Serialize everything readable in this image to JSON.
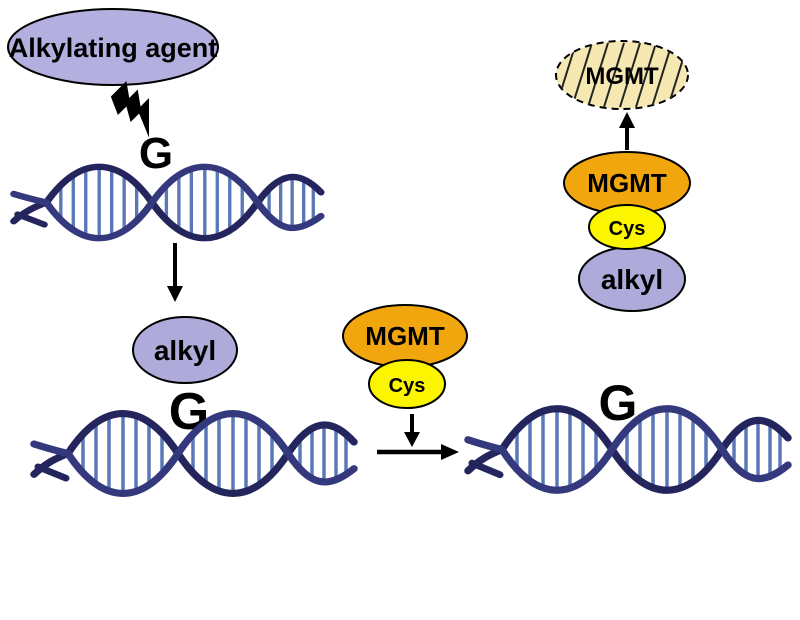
{
  "diagram": {
    "description": "MGMT DNA repair pathway schematic",
    "colors": {
      "background": "#ffffff",
      "lavender": "#aeaad9",
      "orange": "#f2a60d",
      "yellow": "#fcf500",
      "cream": "#f6e8b3",
      "dna_strand_dark": "#23255c",
      "dna_strand_mid": "#34387c",
      "dna_rung": "#5a78b8",
      "outline": "#000000"
    },
    "nodes": {
      "alkylating_agent": {
        "label": "Alkylating agent",
        "fill": "#b3afdf"
      },
      "guanine_damaged": {
        "label": "G"
      },
      "guanine_alkylated": {
        "label": "G"
      },
      "guanine_repaired": {
        "label": "G"
      },
      "alkyl_adduct": {
        "label": "alkyl",
        "fill": "#aeaad9"
      },
      "mgmt_active": {
        "label": "MGMT",
        "fill": "#f2a60d"
      },
      "cys_active": {
        "label": "Cys",
        "fill": "#fcf500"
      },
      "mgmt_complex": {
        "label": "MGMT",
        "fill": "#f2a60d"
      },
      "cys_complex": {
        "label": "Cys",
        "fill": "#fcf500"
      },
      "alkyl_complex": {
        "label": "alkyl",
        "fill": "#aeaad9"
      },
      "mgmt_inactivated": {
        "label": "MGMT",
        "fill": "#f6e8b3"
      }
    }
  }
}
